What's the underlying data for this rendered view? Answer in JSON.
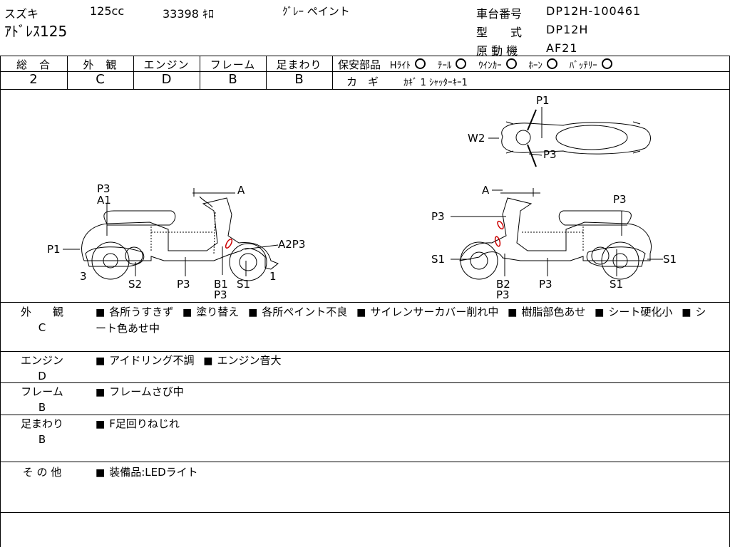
{
  "header": {
    "maker": "スズキ",
    "displacement": "125cc",
    "mileage": "33398 ｷﾛ",
    "color": "ｸﾞﾚｰ ペイント",
    "model_name": "ｱﾄﾞﾚｽ125",
    "chassis_label": "車台番号",
    "chassis_value": "DP12H-100461",
    "type_label": "型　　式",
    "type_value": "DP12H",
    "engine_label": "原 動 機",
    "engine_value": "AF21"
  },
  "grades": [
    {
      "label": "総　合",
      "value": "2"
    },
    {
      "label": "外　観",
      "value": "C"
    },
    {
      "label": "エンジン",
      "value": "D"
    },
    {
      "label": "フレーム",
      "value": "B"
    },
    {
      "label": "足まわり",
      "value": "B"
    }
  ],
  "safety": {
    "label": "保安部品",
    "items": [
      {
        "name": "Hﾗｲﾄ",
        "status": "○"
      },
      {
        "name": "ﾃｰﾙ",
        "status": "○"
      },
      {
        "name": "ｳｲﾝｶｰ",
        "status": "○"
      },
      {
        "name": "ﾎｰﾝ",
        "status": "○"
      },
      {
        "name": "ﾊﾞｯﾃﾘｰ",
        "status": "○"
      }
    ],
    "key_label": "カ　ギ",
    "key_value": "ｶｷﾞ 1 ｼｬｯﾀｰｷｰ1"
  },
  "diagram": {
    "left_labels": {
      "p3_top": "P3",
      "a1": "A1",
      "a_top": "A",
      "p1": "P1",
      "a2p3": "A2P3",
      "num3": "3",
      "num1": "1",
      "s2": "S2",
      "p3_bottom": "P3",
      "b1": "B1",
      "s1": "S1",
      "p3_b1": "P3"
    },
    "right_labels": {
      "a_top": "A",
      "p3_right": "P3",
      "p3_left": "P3",
      "s1_left": "S1",
      "s1_right": "S1",
      "b2": "B2",
      "p3_under_b2": "P3",
      "p3_bottom": "P3",
      "s1_bottom": "S1"
    },
    "top_labels": {
      "p1": "P1",
      "w2": "W2",
      "p3": "P3"
    }
  },
  "sections": [
    {
      "label": "外　　観",
      "grade": "C",
      "items": [
        "各所うすきず",
        "塗り替え",
        "各所ペイント不良",
        "サイレンサーカバー削れ中",
        "樹脂部色あせ",
        "シート硬化小",
        "シート色あせ中"
      ]
    },
    {
      "label": "エンジン",
      "grade": "D",
      "items": [
        "アイドリング不調",
        "エンジン音大"
      ]
    },
    {
      "label": "フレーム",
      "grade": "B",
      "items": [
        "フレームさび中"
      ]
    },
    {
      "label": "足まわり",
      "grade": "B",
      "items": [
        "F足回りねじれ"
      ]
    },
    {
      "label": "そ の 他",
      "grade": "",
      "items": [
        "装備品:LEDライト"
      ]
    }
  ],
  "colors": {
    "line": "#000000",
    "damage": "#cc0000"
  }
}
